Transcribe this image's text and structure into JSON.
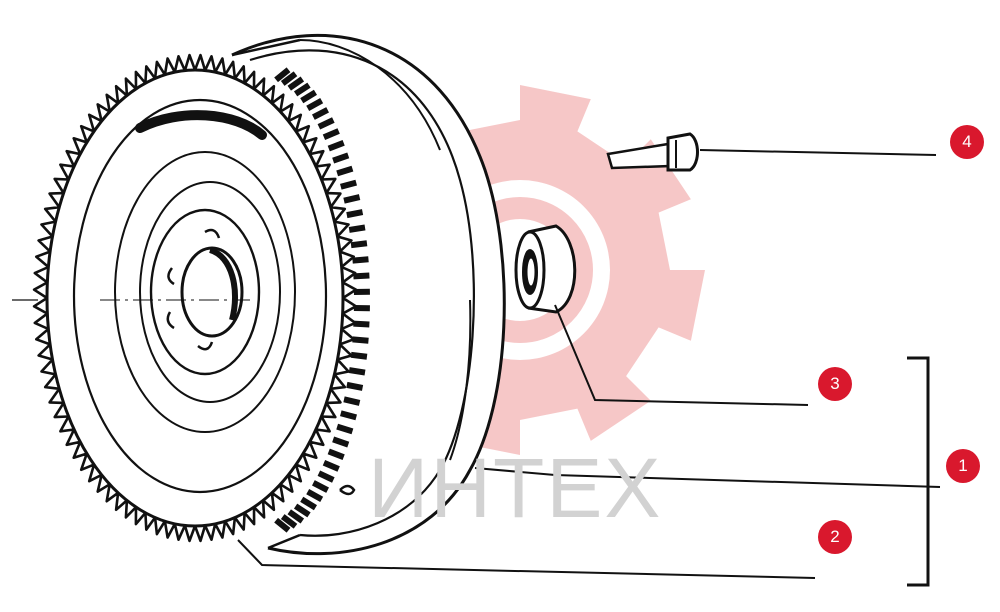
{
  "colors": {
    "badge": "#d9182d",
    "badge_text": "#ffffff",
    "ink": "#111111",
    "watermark_gear": "#f6c5c5",
    "watermark_text": "#d2d2d2"
  },
  "watermark": {
    "text": "ИНТЕХ",
    "icon": "gear-logo-icon"
  },
  "callouts": [
    {
      "number": "1",
      "part": "flywheel-assembly"
    },
    {
      "number": "2",
      "part": "ring-gear"
    },
    {
      "number": "3",
      "part": "bushing"
    },
    {
      "number": "4",
      "part": "bolt"
    }
  ]
}
